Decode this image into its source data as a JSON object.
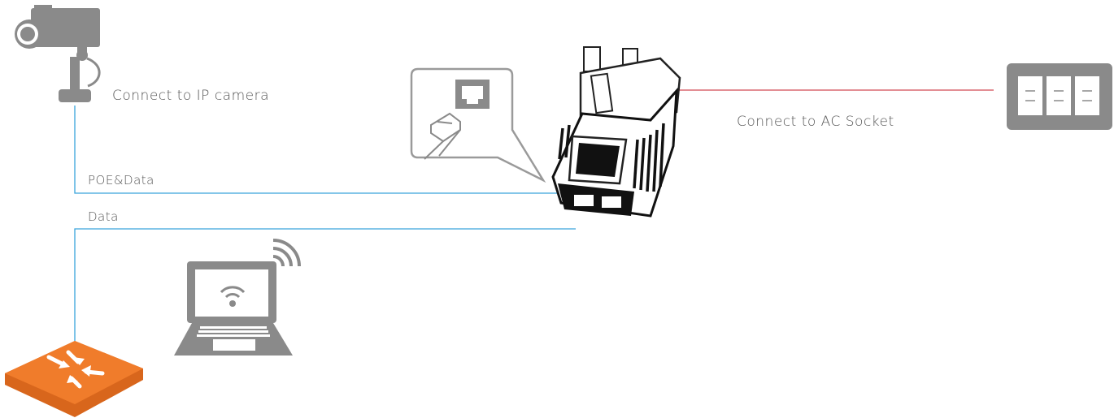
{
  "labels": {
    "camera": "Connect to IP camera",
    "ac_socket": "Connect to AC Socket",
    "poe_data": "POE&Data",
    "data": "Data"
  },
  "icons": {
    "camera": "ip-camera-icon",
    "injector": "poe-injector-icon",
    "ac_socket": "ac-socket-icon",
    "rj45_callout": "rj45-plug-callout-icon",
    "laptop": "wifi-laptop-icon",
    "router": "router-icon"
  },
  "colors": {
    "data_line": "#3aa4dc",
    "power_line": "#d24a55",
    "device_gray": "#8a8a8a",
    "router_orange": "#f07c2b"
  }
}
